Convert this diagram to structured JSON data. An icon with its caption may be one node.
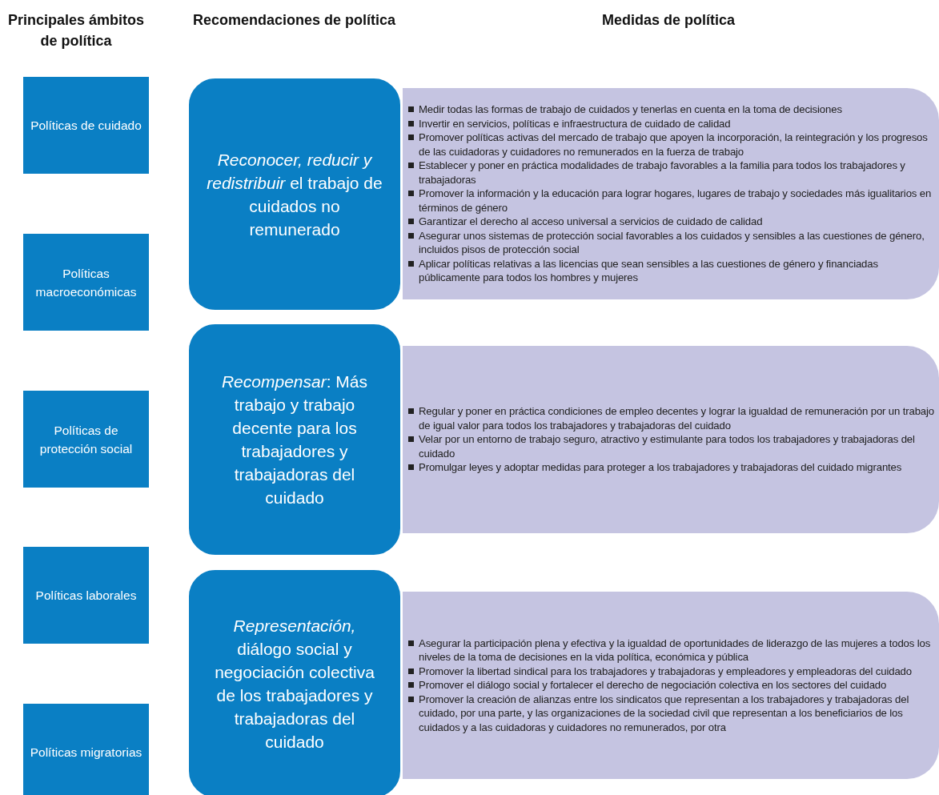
{
  "diagram": {
    "nodes": [
      {
        "text": [
          "Políticas de cuidado"
        ]
      },
      {
        "text": [
          "Políticas macroeconómicas"
        ]
      },
      {
        "text": [
          "Políticas de protección social"
        ]
      },
      {
        "text": [
          "Políticas laborales"
        ]
      },
      {
        "text": [
          "Políticas migratorias"
        ]
      },
      {
        "text": [
          "*Reconocer, reducir y redistribuir* el trabajo de cuidados no remunerado"
        ]
      },
      {
        "text": [
          "*Recompensar*: Más trabajo y trabajo decente para los trabajadores y trabajadoras del cuidado"
        ]
      },
      {
        "text": [
          "*Representación,* diálogo social y negociación colectiva de los trabajadores y trabajadoras del cuidado"
        ]
      },
      {
        "text": [
          "Medir todas las formas de trabajo de cuidados y tenerlas en cuenta en la toma de decisiones",
          "Invertir en servicios, políticas e infraestructura de cuidado de calidad",
          "Promover políticas activas del mercado de trabajo que apoyen la incorporación, la reintegración y los progresos de las cuidadoras y cuidadores no remunerados en la fuerza de trabajo",
          "Establecer y poner en práctica modalidades de trabajo favorables a la familia para todos los trabajadores y trabajadoras",
          "Promover la información y la educación para lograr hogares, lugares de trabajo y sociedades más igualitarios en términos de género",
          "Garantizar el derecho al acceso universal a servicios de cuidado de calidad",
          "Asegurar unos sistemas de protección social favorables a los cuidados y sensibles a las cuestiones de género, incluidos pisos de protección social",
          "Aplicar políticas relativas a las licencias que sean sensibles a las cuestiones de género y financiadas públicamente para todos los hombres y mujeres"
        ]
      },
      {
        "text": [
          "Regular y poner en práctica condiciones de empleo decentes y lograr la igualdad de remuneración por un trabajo de igual valor para todos los trabajadores y trabajadoras del cuidado",
          "Velar por un entorno de trabajo seguro, atractivo y estimulante para todos los trabajadores y trabajadoras del cuidado",
          "Promulgar leyes y adoptar medidas para proteger a los trabajadores y trabajadoras del cuidado migrantes"
        ]
      },
      {
        "text": [
          "Asegurar la participación plena y efectiva y la igualdad de oportunidades de liderazgo de las mujeres a todos los niveles de la toma de decisiones en la vida política, económica y pública",
          "Promover la libertad sindical para los trabajadores y trabajadoras y empleadores y empleadoras del cuidado",
          "Promover el diálogo social y fortalecer el derecho de negociación colectiva en los sectores del cuidado",
          "Promover la creación de alianzas entre los sindicatos que representan a los trabajadores y trabajadoras del cuidado, por una parte, y las organizaciones de la sociedad civil que representan a los beneficiarios de los cuidados y a las cuidadoras y cuidadores no remunerados, por otra"
        ]
      }
    ],
    "edges": [],
    "labels": [
      "Principales ámbitos de política",
      "Recomendaciones de política",
      "Medidas de política"
    ]
  }
}
